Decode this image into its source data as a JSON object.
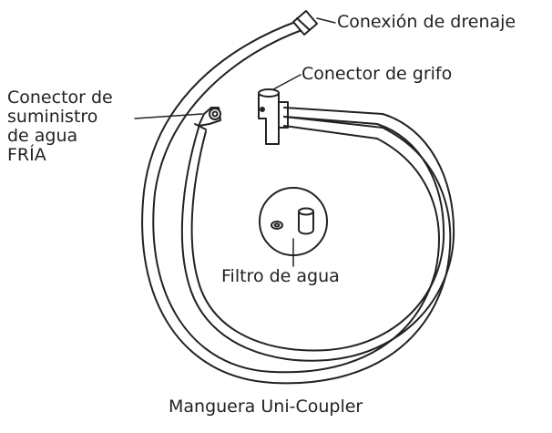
{
  "labels": {
    "drain_connection": "Conexión de drenaje",
    "faucet_connector": "Conector de grifo",
    "cold_supply_lines": [
      "Conector de",
      "suministro",
      "de agua",
      "FRÍA"
    ],
    "water_filter": "Filtro de agua",
    "hose": "Manguera Uni-Coupler"
  },
  "colors": {
    "line": "#222222",
    "fill": "#ffffff"
  }
}
